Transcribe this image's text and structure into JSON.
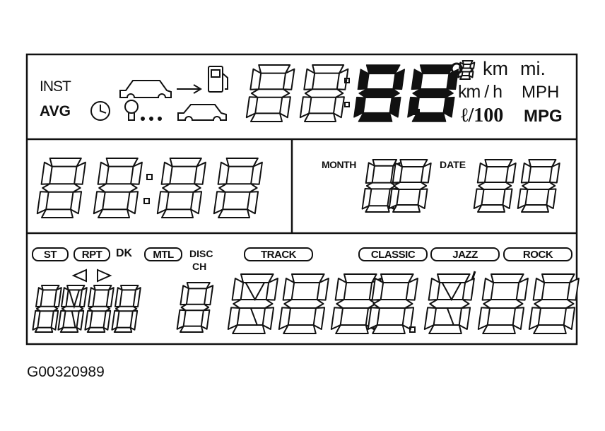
{
  "indicators": {
    "inst": "INST",
    "avg": "AVG"
  },
  "units": {
    "km": "km",
    "mi": "mi.",
    "kmh": "km / h",
    "mph": "MPH",
    "l100": "ℓ/100",
    "mpg": "MPG"
  },
  "calendar": {
    "month": "MONTH",
    "date": "DATE"
  },
  "audio": {
    "st": "ST",
    "rpt": "RPT",
    "dolby": "DK",
    "mtl": "MTL",
    "disc": "DISC",
    "ch": "CH",
    "track": "TRACK",
    "classic": "CLASSIC",
    "jazz": "JAZZ",
    "rock": "ROCK"
  },
  "figure_id": "G00320989"
}
